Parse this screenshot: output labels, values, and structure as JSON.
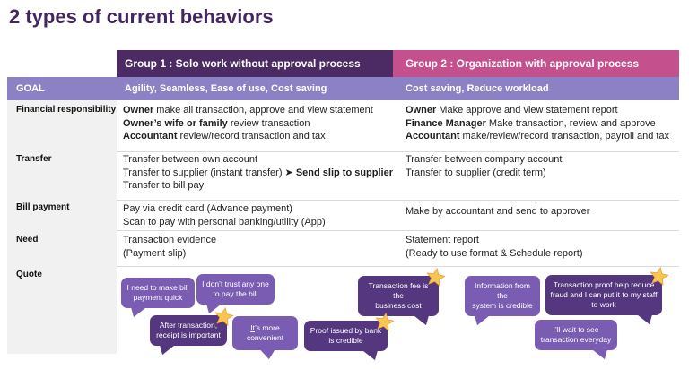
{
  "title": "2 types of current behaviors",
  "table": {
    "group1_header": "Group 1 : Solo work without approval process",
    "group2_header": "Group 2 : Organization with approval process",
    "goal": {
      "label": "GOAL",
      "group1": "Agility, Seamless, Ease of use, Cost saving",
      "group2": "Cost saving, Reduce workload"
    },
    "quote_label": "Quote",
    "rows": [
      {
        "label": "Financial responsibility",
        "group1": [
          [
            {
              "t": "Owner",
              "b": true
            },
            {
              "t": " make all transaction, approve and view statement"
            }
          ],
          [
            {
              "t": "Owner’s wife or family",
              "b": true
            },
            {
              "t": " review transaction"
            }
          ],
          [
            {
              "t": "Accountant",
              "b": true
            },
            {
              "t": " review/record transaction and tax"
            }
          ]
        ],
        "group2": [
          [
            {
              "t": "Owner",
              "b": true
            },
            {
              "t": " Make approve and view statement report"
            }
          ],
          [
            {
              "t": "Finance Manager",
              "b": true
            },
            {
              "t": " Make transaction, review and approve"
            }
          ],
          [
            {
              "t": "Accountant",
              "b": true
            },
            {
              "t": " make/review/record transaction, payroll and tax"
            }
          ]
        ]
      },
      {
        "label": "Transfer",
        "group1": [
          [
            {
              "t": "Transfer between own account"
            }
          ],
          [
            {
              "t": "Transfer to supplier (instant transfer) ➤ "
            },
            {
              "t": "Send slip to supplier",
              "b": true
            }
          ],
          [
            {
              "t": "Transfer to bill pay"
            }
          ]
        ],
        "group2": [
          [
            {
              "t": "Transfer between company account"
            }
          ],
          [
            {
              "t": "Transfer to supplier (credit term)"
            }
          ]
        ]
      },
      {
        "label": "Bill payment",
        "group1": [
          [
            {
              "t": "Pay via credit card (Advance payment)"
            }
          ],
          [
            {
              "t": "Scan to pay with personal banking/utility (App)"
            }
          ]
        ],
        "group2": [
          [
            {
              "t": "Make by accountant and send to approver"
            }
          ]
        ]
      },
      {
        "label": "Need",
        "group1": [
          [
            {
              "t": "Transaction evidence"
            }
          ],
          [
            {
              "t": "(Payment slip)"
            }
          ]
        ],
        "group2": [
          [
            {
              "t": "Statement report"
            }
          ],
          [
            {
              "t": "(Ready to use format & Schedule report)"
            }
          ]
        ]
      }
    ]
  },
  "quotes": [
    {
      "lines": [
        [
          {
            "t": "I need to make bill"
          }
        ],
        [
          {
            "t": "payment quick"
          }
        ]
      ]
    },
    {
      "lines": [
        [
          {
            "t": "I don’t trust any one"
          }
        ],
        [
          {
            "t": "to pay the bill"
          }
        ]
      ]
    },
    {
      "lines": [
        [
          {
            "t": "Transaction fee is the"
          }
        ],
        [
          {
            "t": "business cost"
          }
        ]
      ]
    },
    {
      "lines": [
        [
          {
            "t": "Information from the"
          }
        ],
        [
          {
            "t": "system is credible"
          }
        ]
      ]
    },
    {
      "lines": [
        [
          {
            "t": "Transaction proof help reduce"
          }
        ],
        [
          {
            "t": "fraud and I can put it to my staff"
          }
        ],
        [
          {
            "t": "to work"
          }
        ]
      ]
    },
    {
      "lines": [
        [
          {
            "t": "After transaction,"
          }
        ],
        [
          {
            "t": "receipt is important"
          }
        ]
      ]
    },
    {
      "lines": [
        [
          {
            "t": "It",
            "u": true
          },
          {
            "t": "’s more"
          }
        ],
        [
          {
            "t": "convenient"
          }
        ]
      ]
    },
    {
      "lines": [
        [
          {
            "t": "Proof issued by bank"
          }
        ],
        [
          {
            "t": "is credible"
          }
        ]
      ]
    },
    {
      "lines": [
        [
          {
            "t": "I’ll wait to see"
          }
        ],
        [
          {
            "t": "transaction everyday"
          }
        ]
      ]
    }
  ],
  "colors": {
    "title": "#44265e",
    "group1_header_bg": "#4c2a63",
    "group2_header_bg": "#c4508e",
    "goal_row_bg": "#8b81c4",
    "bubble_medium": "#7a5db2",
    "bubble_dark": "#54377e",
    "label_column_bg": "#f1f1f1",
    "star": "#f9c74f"
  }
}
